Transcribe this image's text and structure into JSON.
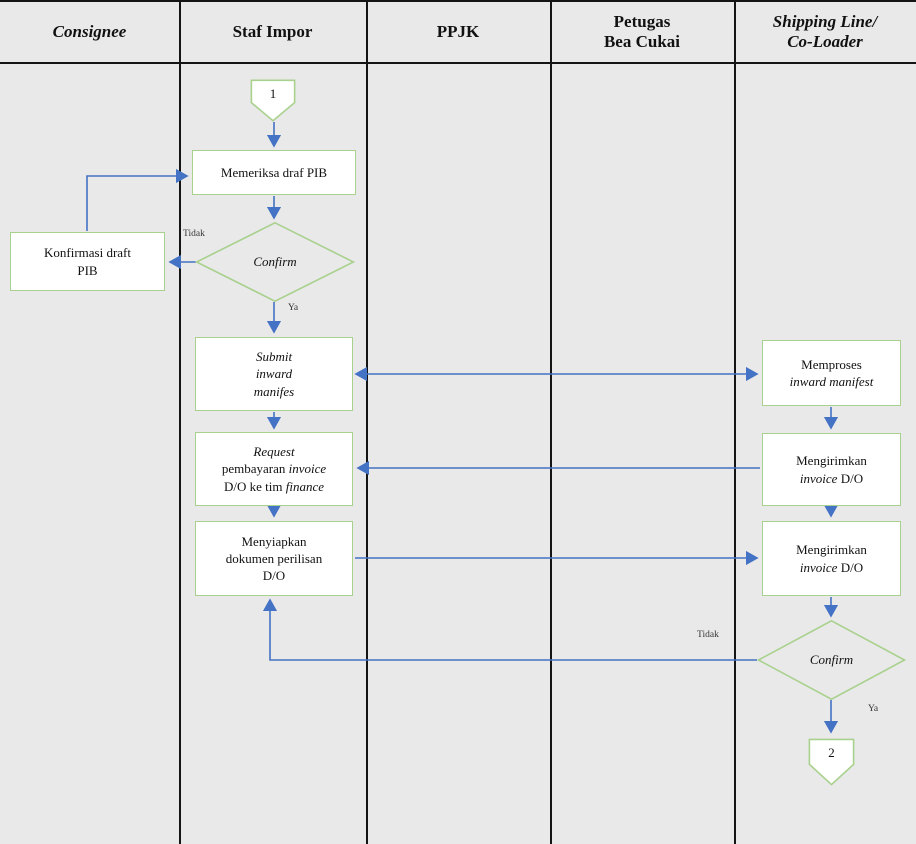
{
  "colors": {
    "background": "#e9e9e9",
    "shape_border": "#a9d18e",
    "shape_fill": "#ffffff",
    "arrow": "#4472c4",
    "line": "#141414",
    "text": "#111111"
  },
  "header": {
    "col1": "Consignee",
    "col2": "Staf Impor",
    "col3": "PPJK",
    "col4_line1": "Petugas",
    "col4_line2": "Bea Cukai",
    "col5_line1": "Shipping Line/",
    "col5_line2": "Co-Loader"
  },
  "nodes": {
    "connector_top": "1",
    "memeriksa": "Memeriksa draf PIB",
    "konfirmasi_line1": "Konfirmasi draft",
    "konfirmasi_line2": "PIB",
    "confirm_left": "Confirm",
    "submit_line1": "Submit",
    "submit_line2": "inward",
    "submit_line3": "manifes",
    "request_line1": "Request",
    "request_line2a": "pembayaran ",
    "request_line2b": "invoice",
    "request_line3a": "D/O ke tim ",
    "request_line3b": "finance",
    "menyiapkan_line1": "Menyiapkan",
    "menyiapkan_line2": "dokumen perilisan",
    "menyiapkan_line3": "D/O",
    "memproses_line1": "Memproses",
    "memproses_line2": "inward manifest",
    "mengirimkan1_line1": "Mengirimkan",
    "mengirimkan1_line2a": "invoice",
    "mengirimkan1_line2b": " D/O",
    "mengirimkan2_line1": "Mengirimkan",
    "mengirimkan2_line2a": "invoice",
    "mengirimkan2_line2b": " D/O",
    "confirm_right": "Confirm",
    "connector_bottom": "2"
  },
  "edge_labels": {
    "tidak_left": "Tidak",
    "ya_left": "Ya",
    "tidak_right": "Tidak",
    "ya_right": "Ya"
  }
}
